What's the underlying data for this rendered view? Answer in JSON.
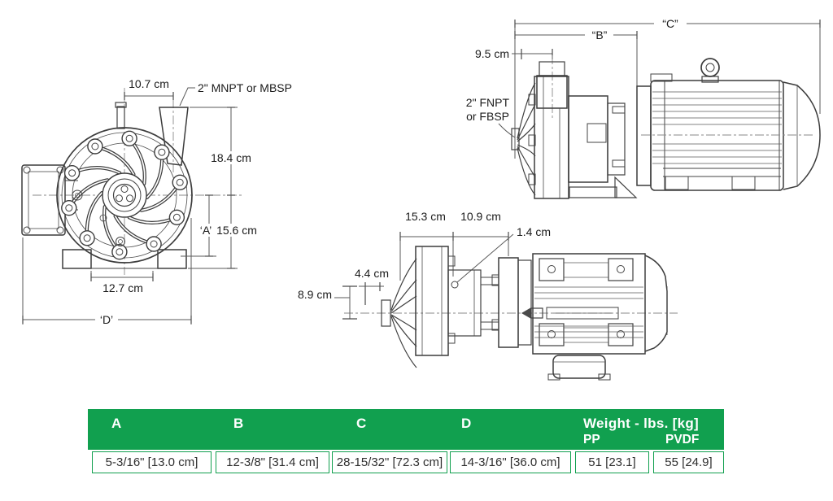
{
  "front_view": {
    "dim_port_offset": "10.7 cm",
    "port_label": "2\" MNPT or MBSP",
    "dim_top_height": "18.4 cm",
    "dim_a": "‘A’",
    "dim_bottom_height": "15.6 cm",
    "dim_feet_span": "12.7 cm",
    "dim_d": "‘D’"
  },
  "side_view": {
    "dim_c": "“C”",
    "dim_b": "“B”",
    "dim_inlet_offset": "9.5 cm",
    "port_label_line1": "2\" FNPT",
    "port_label_line2": "or FBSP"
  },
  "top_view": {
    "dim_head_length": "15.3 cm",
    "dim_adapter_length": "10.9 cm",
    "dim_hole": "1.4 cm",
    "dim_inlet_depth": "4.4 cm",
    "dim_inlet_height": "8.9 cm"
  },
  "table": {
    "header_bg": "#11A04F",
    "headers": [
      "A",
      "B",
      "C",
      "D"
    ],
    "weight_header": "Weight - lbs. [kg]",
    "weight_subheaders": [
      "PP",
      "PVDF"
    ],
    "values": [
      "5-3/16\" [13.0 cm]",
      "12-3/8\" [31.4 cm]",
      "28-15/32\" [72.3 cm]",
      "14-3/16\" [36.0 cm]",
      "51 [23.1]",
      "55 [24.9]"
    ]
  }
}
